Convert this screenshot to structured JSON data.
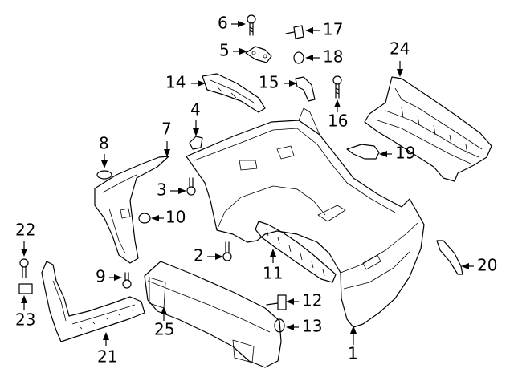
{
  "diagram": {
    "callouts": [
      {
        "number": "1"
      },
      {
        "number": "2"
      },
      {
        "number": "3"
      },
      {
        "number": "4"
      },
      {
        "number": "5"
      },
      {
        "number": "6"
      },
      {
        "number": "7"
      },
      {
        "number": "8"
      },
      {
        "number": "9"
      },
      {
        "number": "10"
      },
      {
        "number": "11"
      },
      {
        "number": "12"
      },
      {
        "number": "13"
      },
      {
        "number": "14"
      },
      {
        "number": "15"
      },
      {
        "number": "16"
      },
      {
        "number": "17"
      },
      {
        "number": "18"
      },
      {
        "number": "19"
      },
      {
        "number": "20"
      },
      {
        "number": "21"
      },
      {
        "number": "22"
      },
      {
        "number": "23"
      },
      {
        "number": "24"
      },
      {
        "number": "25"
      }
    ]
  }
}
